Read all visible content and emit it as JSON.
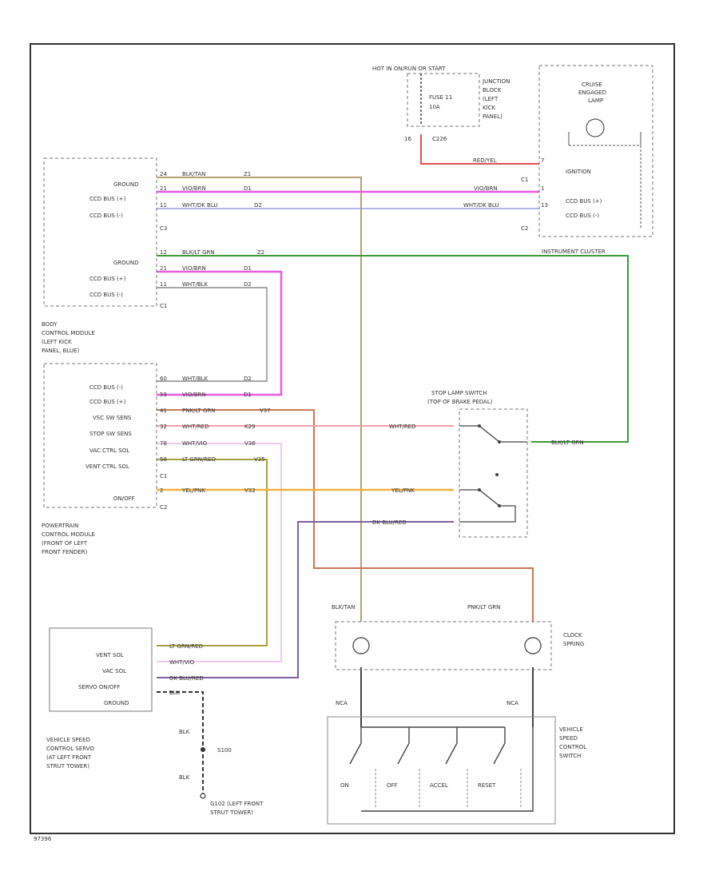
{
  "hot_label": "HOT IN ON/RUN OR START",
  "fuse": {
    "name": "FUSE 11",
    "amps": "10A"
  },
  "junction_block": [
    "JUNCTION",
    "BLOCK",
    "(LEFT",
    "KICK",
    "PANEL)"
  ],
  "pin_label_16": "16",
  "connector_c226": "C226",
  "cluster": {
    "lamp": [
      "CRUISE",
      "ENGAGED",
      "LAMP"
    ],
    "ignition": "IGNITION",
    "cci_plus": "CCD BUS (+)",
    "cci_minus": "CCD BUS (-)",
    "c1": "C1",
    "c2": "C2",
    "name": "INSTRUMENT CLUSTER"
  },
  "bcm": {
    "c3_ground": "GROUND",
    "c3_ccdp": "CCD BUS (+)",
    "c3_ccdm": "CCD BUS (-)",
    "c3": "C3",
    "c1_ground": "GROUND",
    "c1_ccdp": "CCD BUS (+)",
    "c1_ccdm": "CCD BUS (-)",
    "c1": "C1",
    "name": [
      "BODY",
      "CONTROL MODULE",
      "(LEFT KICK",
      "PANEL, BLUE)"
    ]
  },
  "pcm": {
    "ccd_minus": "CCD BUS (-)",
    "ccd_plus": "CCD BUS (+)",
    "vsc_sw": "VSC SW SENS",
    "stop_sw": "STOP SW SENS",
    "vac_sol": "VAC CTRL SOL",
    "vent_sol": "VENT CTRL SOL",
    "on_off": "ON/OFF",
    "c1": "C1",
    "c2": "C2",
    "name": [
      "POWERTRAIN",
      "CONTROL MODULE",
      "(FRONT OF LEFT",
      "FRONT FENDER)"
    ]
  },
  "wires": {
    "blk_tan": "BLK/TAN",
    "vio_brn": "VIO/BRN",
    "wht_dk_blu": "WHT/DK BLU",
    "blk_lt_grn": "BLK/LT GRN",
    "wht_blk": "WHT/BLK",
    "red_yel": "RED/YEL",
    "pnk_lt_grn": "PNK/LT GRN",
    "wht_red": "WHT/RED",
    "wht_vio": "WHT/VIO",
    "lt_grn_red": "LT GRN/RED",
    "yel_pnk": "YEL/PNK",
    "dk_blu_red": "DK BLU/RED",
    "pnk_lt_grn_b": "PNK/LT GRN",
    "blk_tan_b": "BLK/TAN",
    "blk": "BLK"
  },
  "pins": {
    "bcm_c3_1": "24",
    "bcm_c3_2": "21",
    "bcm_c3_3": "11",
    "bcm_c1_1": "12",
    "bcm_c1_2": "21",
    "bcm_c1_3": "11",
    "pcm_1": "60",
    "pcm_2": "59",
    "pcm_3": "41",
    "pcm_4": "32",
    "pcm_5": "78",
    "pcm_6": "58",
    "pcm_7": "2",
    "cl_1": "7",
    "cl_2": "1",
    "cl_3": "13"
  },
  "circuits": {
    "z1": "Z1",
    "d1": "D1",
    "d2": "D2",
    "z2": "Z2",
    "d2b": "D2",
    "d1b": "D1",
    "v37": "V37",
    "k29": "K29",
    "v36": "V36",
    "v35": "V35",
    "v32": "V32"
  },
  "stop_lamp": [
    "STOP LAMP SWITCH",
    "(TOP OF BRAKE PEDAL)"
  ],
  "clock_spring": [
    "CLOCK",
    "SPRING"
  ],
  "nca_left": "NCA",
  "nca_right": "NCA",
  "vsc_switch": [
    "VEHICLE",
    "SPEED",
    "CONTROL",
    "SWITCH"
  ],
  "switch_labels": {
    "on": "ON",
    "off": "OFF",
    "accel": "ACCEL",
    "reset": "RESET"
  },
  "servo": {
    "vent": "VENT SOL",
    "vac": "VAC SOL",
    "servo_onoff": "SERVO ON/OFF",
    "ground": "GROUND",
    "name": [
      "VEHICLE SPEED",
      "CONTROL SERVO",
      "(AT LEFT FRONT",
      "STRUT TOWER)"
    ]
  },
  "splice": "S100",
  "ground_label": [
    "G102 (LEFT FRONT",
    "STRUT TOWER)"
  ],
  "code": "97396",
  "colors": {
    "blk_tan": "#b8a070",
    "vio_brn": "#e85ce0",
    "wht_dk_blu": "#9aa0e0",
    "blk_lt_grn": "#3c9a3c",
    "wht_blk": "#8a8a8a",
    "red_yel": "#e05050",
    "pnk_lt_grn": "#c87858",
    "wht_red": "#f0a0a8",
    "wht_vio": "#e8b8e8",
    "lt_grn_red": "#a8a040",
    "yel_pnk": "#f0b040",
    "dk_blu_red": "#8060a0"
  }
}
